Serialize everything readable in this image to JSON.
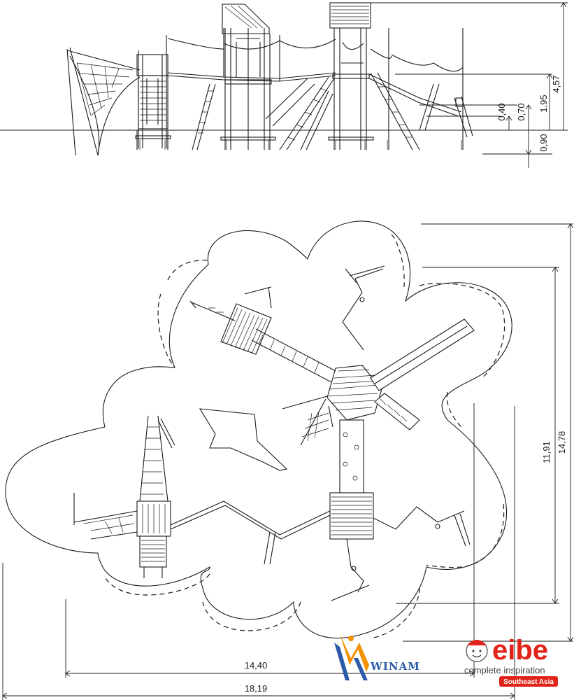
{
  "dimensions": {
    "side_view": {
      "total_height": "4,57",
      "platform_height": "1,95",
      "level_a": "0,70",
      "level_b": "0,40",
      "below_ground": "0,90"
    },
    "plan_view": {
      "depth_inner": "11,91",
      "depth_outer": "14,78",
      "width_inner": "14,40",
      "width_outer": "18,19"
    }
  },
  "branding": {
    "partner_logo": "WINAM",
    "brand_logo": "eibe",
    "tagline": "complete inspiration",
    "region": "Southeast Asia",
    "colors": {
      "eibe_red": "#e2231a",
      "winam_blue": "#2a5aa8",
      "winam_orange": "#f39200"
    }
  }
}
